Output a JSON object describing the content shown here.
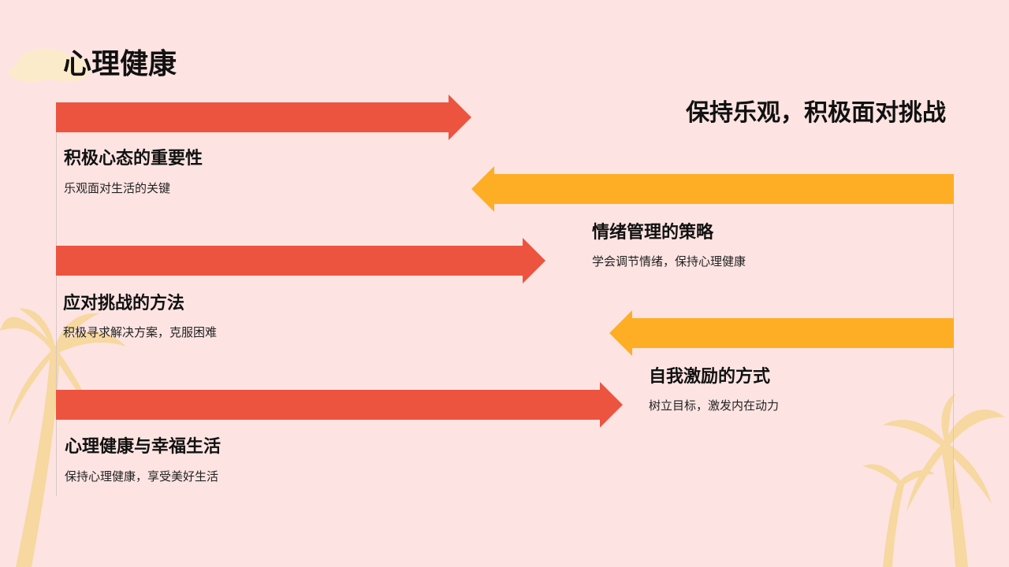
{
  "title": "心理健康",
  "subtitle": "保持乐观，积极面对挑战",
  "colors": {
    "left_arrow": "#ec5440",
    "right_arrow": "#feae25",
    "background": "#fde4e2",
    "palm": "#f6d8a0"
  },
  "items": [
    {
      "heading": "积极心态的重要性",
      "description": "乐观面对生活的关键"
    },
    {
      "heading": "情绪管理的策略",
      "description": "学会调节情绪，保持心理健康"
    },
    {
      "heading": "应对挑战的方法",
      "description": "积极寻求解决方案，克服困难"
    },
    {
      "heading": "自我激励的方式",
      "description": "树立目标，激发内在动力"
    },
    {
      "heading": "心理健康与幸福生活",
      "description": "保持心理健康，享受美好生活"
    }
  ]
}
